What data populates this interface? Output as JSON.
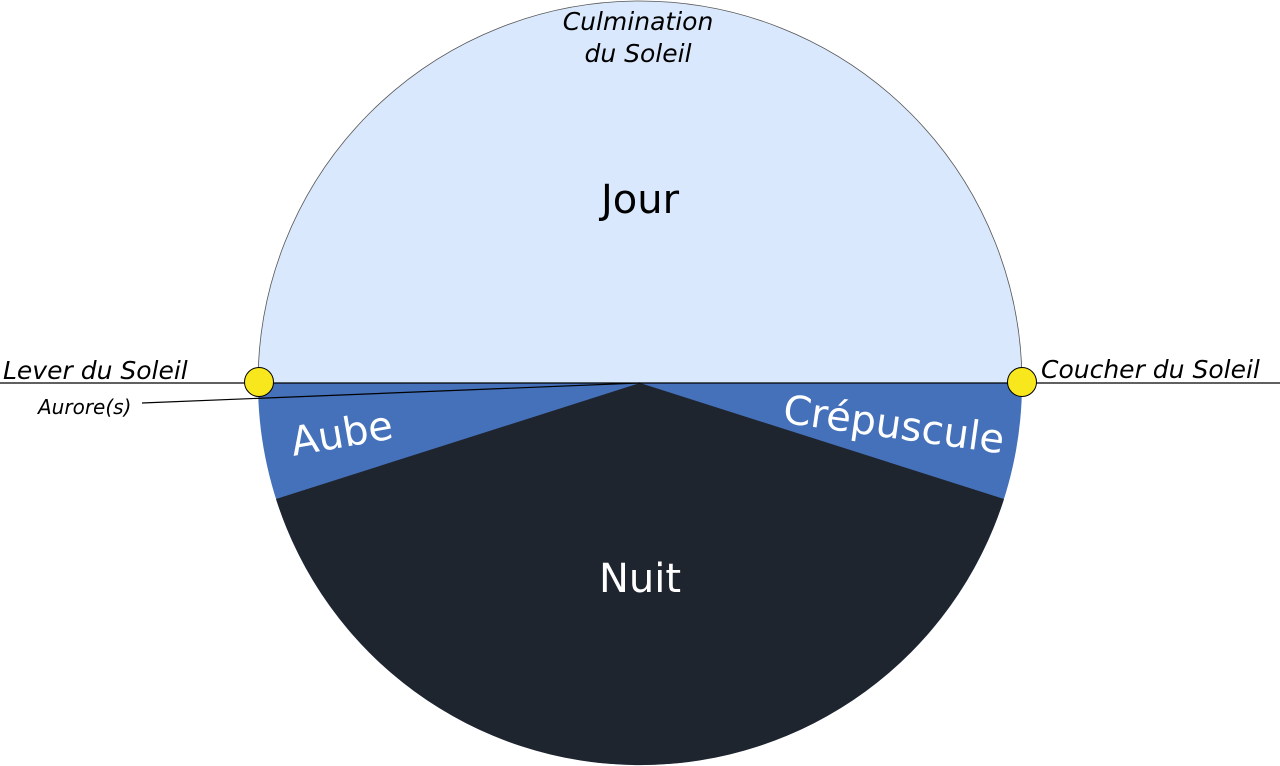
{
  "labels": {
    "culmination_line1": "Culmination",
    "culmination_line2": "du Soleil",
    "day": "Jour",
    "night": "Nuit",
    "dawn": "Aube",
    "dusk": "Crépuscule",
    "sunrise": "Lever du Soleil",
    "sunset": "Coucher du Soleil",
    "aurora": "Aurore(s)"
  },
  "colors": {
    "day": "#d9e8fc",
    "twilight": "#4571bb",
    "night": "#1f252e",
    "sun": "#f8e71c",
    "line": "#000000",
    "text_dark": "#000000",
    "text_light": "#ffffff"
  }
}
